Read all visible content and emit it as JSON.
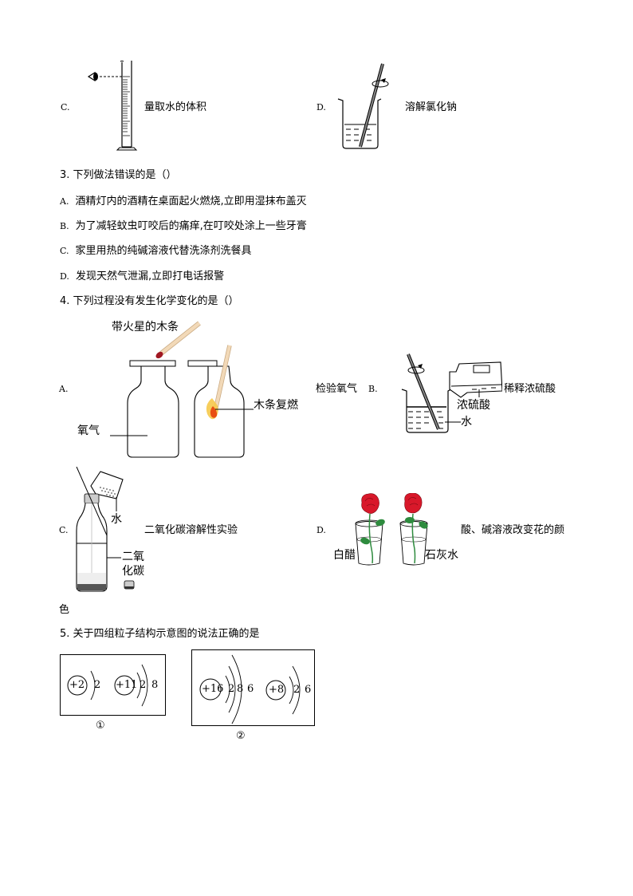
{
  "q2_partial": {
    "option_c": {
      "label": "C.",
      "caption": "量取水的体积",
      "figure": "graduated-cylinder-eye-level-reading"
    },
    "option_d": {
      "label": "D.",
      "caption": "溶解氯化钠",
      "figure": "beaker-glass-rod-stirring"
    }
  },
  "q3": {
    "number": "3.",
    "stem": "下列做法错误的是（）",
    "options": [
      {
        "label": "A.",
        "text": "酒精灯内的酒精在桌面起火燃烧,立即用湿抹布盖灭"
      },
      {
        "label": "B.",
        "text": "为了减轻蚊虫叮咬后的痛痒,在叮咬处涂上一些牙膏"
      },
      {
        "label": "C.",
        "text": "家里用热的纯碱溶液代替洗涤剂洗餐具"
      },
      {
        "label": "D.",
        "text": "发现天然气泄漏,立即打电话报警"
      }
    ]
  },
  "q4": {
    "number": "4.",
    "stem": "下列过程没有发生化学变化的是（）",
    "option_a": {
      "label": "A.",
      "caption": "检验氧气",
      "figure_labels": {
        "splint": "带火星的木条",
        "gas": "氧气",
        "result": "木条复燃"
      }
    },
    "option_b": {
      "label": "B.",
      "caption": "稀释浓硫酸",
      "figure_labels": {
        "acid": "浓硫酸",
        "water": "水"
      }
    },
    "option_c": {
      "label": "C.",
      "caption": "二氧化碳溶解性实验",
      "figure_labels": {
        "water": "水",
        "gas_line1": "二氧",
        "gas_line2": "化碳"
      }
    },
    "option_d": {
      "label": "D.",
      "caption": "酸、碱溶液改变花的颜",
      "caption_wrap": "色",
      "figure_labels": {
        "left": "白醋",
        "right": "石灰水"
      }
    }
  },
  "q5": {
    "number": "5.",
    "stem": "关于四组粒子结构示意图的说法正确的是",
    "groups": [
      {
        "marker": "①",
        "atoms": [
          {
            "nucleus": "+2",
            "shells": [
              "2"
            ]
          },
          {
            "nucleus": "+11",
            "shells": [
              "2",
              "8"
            ]
          }
        ]
      },
      {
        "marker": "②",
        "atoms": [
          {
            "nucleus": "+16",
            "shells": [
              "2",
              "8",
              "6"
            ]
          },
          {
            "nucleus": "+8",
            "shells": [
              "2",
              "6"
            ]
          }
        ]
      }
    ]
  },
  "colors": {
    "rose_red": "#d8182a",
    "leaf_green": "#2e8b3e",
    "splint": "#f2d9b8",
    "splint_tip": "#a01822",
    "flame_outer": "#f6c94a",
    "flame_inner": "#e84e12"
  }
}
